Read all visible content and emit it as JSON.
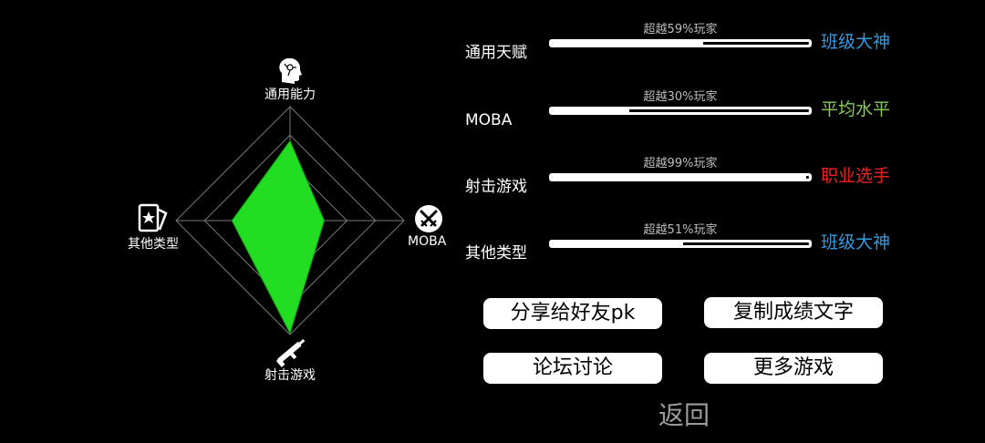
{
  "radar": {
    "axes": [
      {
        "label": "通用能力",
        "icon": "head-icon",
        "value": 0.7
      },
      {
        "label": "MOBA",
        "icon": "crossed-swords-icon",
        "value": 0.3
      },
      {
        "label": "射击游戏",
        "icon": "rifle-icon",
        "value": 0.99
      },
      {
        "label": "其他类型",
        "icon": "playing-card-icon",
        "value": 0.51
      }
    ],
    "fill_color": "#22dd22",
    "grid_color": "#777777"
  },
  "stats": [
    {
      "name": "通用天赋",
      "caption": "超越59%玩家",
      "progress": 0.59,
      "rank": "班级大神",
      "rank_color": "#3399dd"
    },
    {
      "name": "MOBA",
      "caption": "超越30%玩家",
      "progress": 0.3,
      "rank": "平均水平",
      "rank_color": "#88cc55"
    },
    {
      "name": "射击游戏",
      "caption": "超越99%玩家",
      "progress": 0.99,
      "rank": "职业选手",
      "rank_color": "#ee2222"
    },
    {
      "name": "其他类型",
      "caption": "超越51%玩家",
      "progress": 0.51,
      "rank": "班级大神",
      "rank_color": "#3399dd"
    }
  ],
  "actions": {
    "share": "分享给好友pk",
    "copy": "复制成绩文字",
    "forum": "论坛讨论",
    "more_games": "更多游戏"
  },
  "back": "返回"
}
